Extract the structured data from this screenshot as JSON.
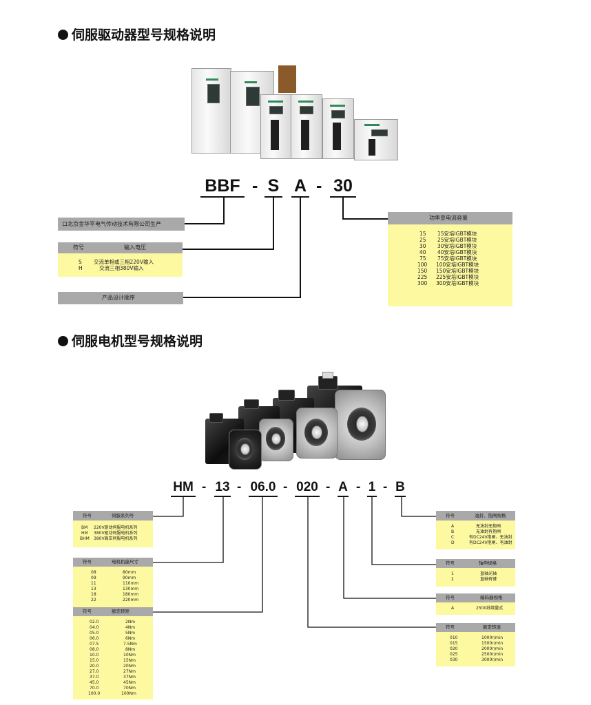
{
  "section1": {
    "title": "伺服驱动器型号规格说明",
    "model": [
      "BBF",
      "-",
      "S",
      "A",
      "-",
      "30"
    ],
    "maker": "口北京金华平电气传动技术有限公司生产",
    "input": {
      "headers": [
        "符号",
        "输入电压"
      ],
      "rows": [
        [
          "S",
          "交流单相或三相220V输入"
        ],
        [
          "H",
          "交流三相380V输入"
        ]
      ]
    },
    "design": "产品设计顺序",
    "power": {
      "header": "功率变电流容量",
      "rows": [
        [
          "15",
          "15安培IGBT模块"
        ],
        [
          "25",
          "25安培IGBT模块"
        ],
        [
          "30",
          "30安培IGBT模块"
        ],
        [
          "40",
          "40安培IGBT模块"
        ],
        [
          "75",
          "75安培IGBT模块"
        ],
        [
          "100",
          "100安培IGBT模块"
        ],
        [
          "150",
          "150安培IGBT模块"
        ],
        [
          "225",
          "225安培IGBT模块"
        ],
        [
          "300",
          "300安培IGBT模块"
        ]
      ]
    }
  },
  "section2": {
    "title": "伺服电机型号规格说明",
    "model": [
      "HM",
      "-",
      "13",
      "-",
      "06.0",
      "-",
      "020",
      "-",
      "A",
      "-",
      "1",
      "-",
      "B"
    ],
    "series": {
      "headers": [
        "符号",
        "伺服系列号"
      ],
      "rows": [
        [
          "BM",
          "220V驱动伺服电机系列"
        ],
        [
          "HM",
          "380V驱动伺服电机系列"
        ],
        [
          "BHM",
          "380V高压伺服电机系列"
        ]
      ]
    },
    "frame": {
      "headers": [
        "符号",
        "电机机座尺寸"
      ],
      "rows": [
        [
          "08",
          "80mm"
        ],
        [
          "09",
          "90mm"
        ],
        [
          "11",
          "110mm"
        ],
        [
          "13",
          "130mm"
        ],
        [
          "18",
          "180mm"
        ],
        [
          "22",
          "220mm"
        ]
      ]
    },
    "torque": {
      "headers": [
        "符号",
        "额定转矩"
      ],
      "rows": [
        [
          "02.0",
          "2Nm"
        ],
        [
          "04.0",
          "4Nm"
        ],
        [
          "05.0",
          "5Nm"
        ],
        [
          "06.0",
          "6Nm"
        ],
        [
          "07.5",
          "7.5Nm"
        ],
        [
          "08.0",
          "8Nm"
        ],
        [
          "10.0",
          "10Nm"
        ],
        [
          "15.0",
          "15Nm"
        ],
        [
          "20.0",
          "20Nm"
        ],
        [
          "27.0",
          "27Nm"
        ],
        [
          "37.0",
          "37Nm"
        ],
        [
          "45.0",
          "45Nm"
        ],
        [
          "70.0",
          "70Nm"
        ],
        [
          "100.0",
          "100Nm"
        ]
      ]
    },
    "brake": {
      "headers": [
        "符号",
        "油封、抱闸规格"
      ],
      "rows": [
        [
          "A",
          "无油封无抱闸"
        ],
        [
          "B",
          "无油封有抱闸"
        ],
        [
          "C",
          "有DC24V抱闸、无油封"
        ],
        [
          "D",
          "有DC24V抱闸、有油封"
        ]
      ]
    },
    "shaft": {
      "headers": [
        "符号",
        "轴伸规格"
      ],
      "rows": [
        [
          "1",
          "直轴光轴"
        ],
        [
          "2",
          "直轴有键"
        ]
      ]
    },
    "encoder": {
      "headers": [
        "符号",
        "编码器规格"
      ],
      "rows": [
        [
          "A",
          "2500线增量式"
        ]
      ]
    },
    "speed": {
      "headers": [
        "符号",
        "额定转速"
      ],
      "rows": [
        [
          "010",
          "1000r/min"
        ],
        [
          "015",
          "1500r/min"
        ],
        [
          "020",
          "2000r/min"
        ],
        [
          "025",
          "2500r/min"
        ],
        [
          "030",
          "3000r/min"
        ]
      ]
    }
  }
}
